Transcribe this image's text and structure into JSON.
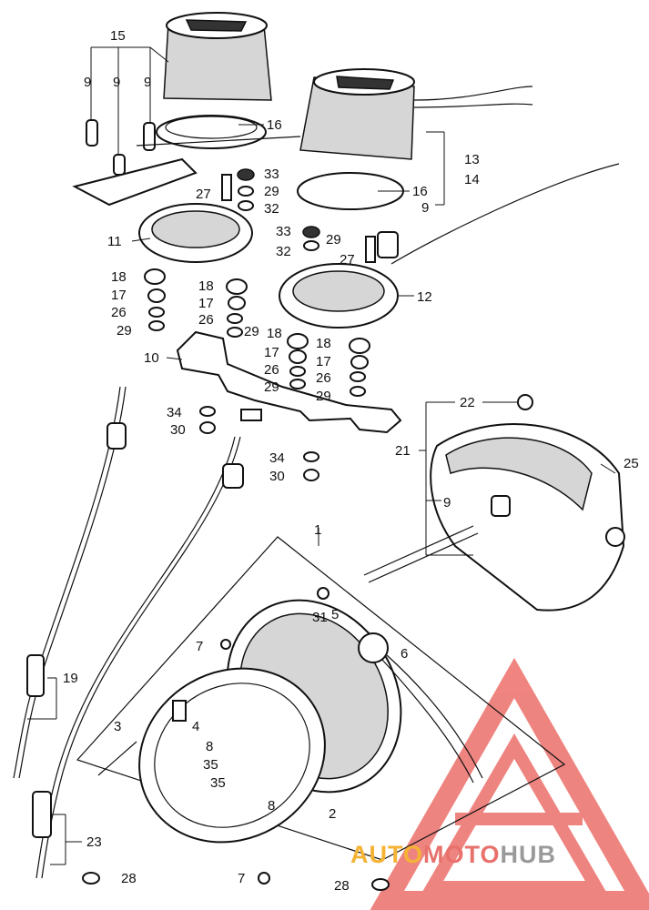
{
  "callouts": [
    {
      "id": "c15a",
      "text": "15"
    },
    {
      "id": "c9a",
      "text": "9"
    },
    {
      "id": "c9b",
      "text": "9"
    },
    {
      "id": "c9c",
      "text": "9"
    },
    {
      "id": "c16a",
      "text": "16"
    },
    {
      "id": "c33a",
      "text": "33"
    },
    {
      "id": "c27a",
      "text": "27"
    },
    {
      "id": "c29a",
      "text": "29"
    },
    {
      "id": "c32a",
      "text": "32"
    },
    {
      "id": "c13",
      "text": "13"
    },
    {
      "id": "c14",
      "text": "14"
    },
    {
      "id": "c16b",
      "text": "16"
    },
    {
      "id": "c9d",
      "text": "9"
    },
    {
      "id": "c11",
      "text": "11"
    },
    {
      "id": "c33b",
      "text": "33"
    },
    {
      "id": "c29b",
      "text": "29"
    },
    {
      "id": "c32b",
      "text": "32"
    },
    {
      "id": "c27b",
      "text": "27"
    },
    {
      "id": "c18a",
      "text": "18"
    },
    {
      "id": "c17a",
      "text": "17"
    },
    {
      "id": "c26a",
      "text": "26"
    },
    {
      "id": "c29c",
      "text": "29"
    },
    {
      "id": "c18b",
      "text": "18"
    },
    {
      "id": "c17b",
      "text": "17"
    },
    {
      "id": "c26b",
      "text": "26"
    },
    {
      "id": "c29d",
      "text": "29"
    },
    {
      "id": "c12",
      "text": "12"
    },
    {
      "id": "c10",
      "text": "10"
    },
    {
      "id": "c18c",
      "text": "18"
    },
    {
      "id": "c17c",
      "text": "17"
    },
    {
      "id": "c26c",
      "text": "26"
    },
    {
      "id": "c29e",
      "text": "29"
    },
    {
      "id": "c18d",
      "text": "18"
    },
    {
      "id": "c17d",
      "text": "17"
    },
    {
      "id": "c26d",
      "text": "26"
    },
    {
      "id": "c29f",
      "text": "29"
    },
    {
      "id": "c34a",
      "text": "34"
    },
    {
      "id": "c30a",
      "text": "30"
    },
    {
      "id": "c22",
      "text": "22"
    },
    {
      "id": "c21",
      "text": "21"
    },
    {
      "id": "c25",
      "text": "25"
    },
    {
      "id": "c34b",
      "text": "34"
    },
    {
      "id": "c30b",
      "text": "30"
    },
    {
      "id": "c9e",
      "text": "9"
    },
    {
      "id": "c1",
      "text": "1"
    },
    {
      "id": "c31",
      "text": "31"
    },
    {
      "id": "c5",
      "text": "5"
    },
    {
      "id": "c7a",
      "text": "7"
    },
    {
      "id": "c6",
      "text": "6"
    },
    {
      "id": "c19",
      "text": "19"
    },
    {
      "id": "c3",
      "text": "3"
    },
    {
      "id": "c4",
      "text": "4"
    },
    {
      "id": "c8a",
      "text": "8"
    },
    {
      "id": "c35a",
      "text": "35"
    },
    {
      "id": "c35b",
      "text": "35"
    },
    {
      "id": "c8b",
      "text": "8"
    },
    {
      "id": "c2",
      "text": "2"
    },
    {
      "id": "c23",
      "text": "23"
    },
    {
      "id": "c28a",
      "text": "28"
    },
    {
      "id": "c7b",
      "text": "7"
    },
    {
      "id": "c28b",
      "text": "28"
    }
  ],
  "watermark": {
    "word_a": "AUTO",
    "word_b": "MOTO",
    "word_c": "HUB",
    "color_a": "#f5b335",
    "color_b": "#e8716b",
    "color_c": "#9a9a9a",
    "triangle_color": "#ec6f6a"
  }
}
